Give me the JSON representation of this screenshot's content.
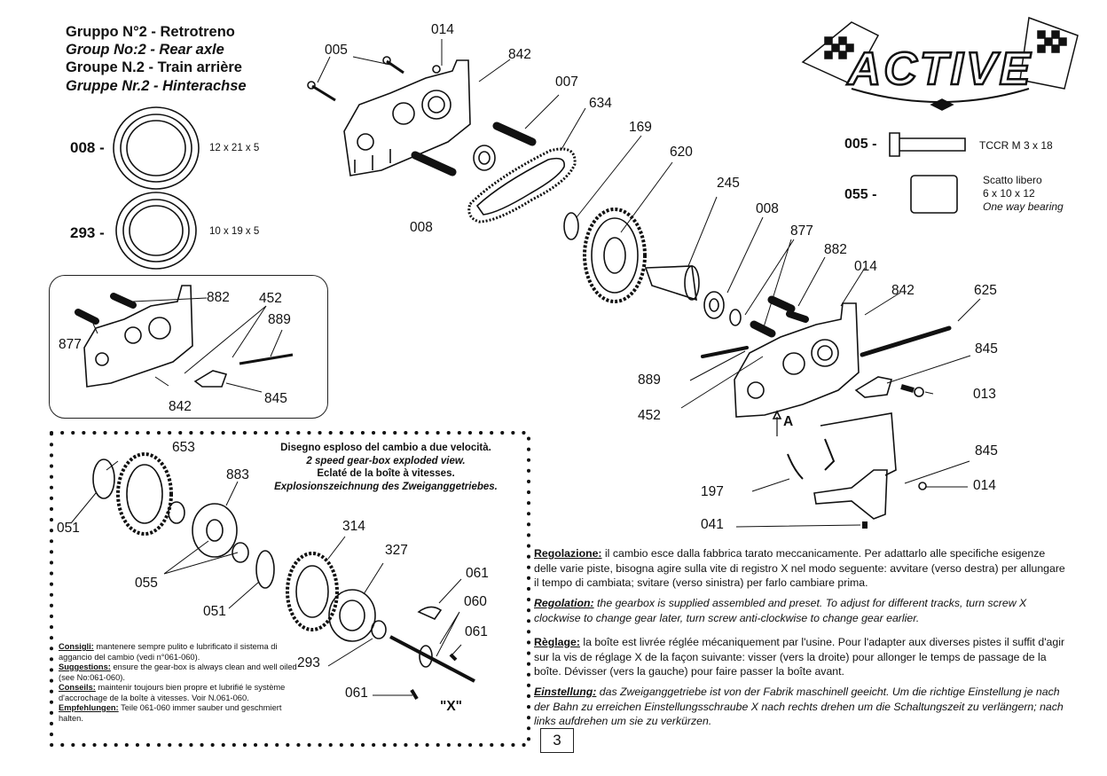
{
  "header": {
    "title_it": "Gruppo N°2 - Retrotreno",
    "title_en": "Group No:2 - Rear axle",
    "title_fr": "Groupe N.2 - Train arrière",
    "title_de": "Gruppe Nr.2 - Hinterachse"
  },
  "logo": {
    "text": "ACTIVE"
  },
  "bearings": [
    {
      "code": "008 -",
      "size": "12 x 21 x 5"
    },
    {
      "code": "293 -",
      "size": "10 x 19 x 5"
    }
  ],
  "legend": [
    {
      "code": "005 -",
      "desc": "TCCR M 3 x 18"
    },
    {
      "code": "055 -",
      "desc_it": "Scatto libero",
      "desc_size": "6 x 10 x 12",
      "desc_en": "One way bearing"
    }
  ],
  "callouts": {
    "c005": "005",
    "c014a": "014",
    "c842a": "842",
    "c007": "007",
    "c634": "634",
    "c169": "169",
    "c620": "620",
    "c245": "245",
    "c008a": "008",
    "c008b": "008",
    "c877a": "877",
    "c882a": "882",
    "c014b": "014",
    "c842b": "842",
    "c625": "625",
    "c845a": "845",
    "c013": "013",
    "c889a": "889",
    "c452a": "452",
    "cA": "A",
    "c845b": "845",
    "c197": "197",
    "c014c": "014",
    "c041": "041",
    "i882": "882",
    "i452": "452",
    "i889": "889",
    "i877": "877",
    "i842": "842",
    "i845": "845",
    "g653": "653",
    "g883": "883",
    "g051a": "051",
    "g055": "055",
    "g051b": "051",
    "g314": "314",
    "g327": "327",
    "g061a": "061",
    "g060": "060",
    "g061b": "061",
    "g293": "293",
    "g061c": "061",
    "gX": "\"X\""
  },
  "gearbox_title": {
    "it": "Disegno esploso del cambio a due velocità.",
    "en": "2 speed gear-box exploded view.",
    "fr": "Eclaté de la boîte à vitesses.",
    "de": "Explosionszeichnung des Zweiganggetriebes."
  },
  "notes": {
    "it_head": "Consigli:",
    "it_text": " mantenere sempre pulito e lubrificato il sistema di aggancio del cambio (vedi n°061-060).",
    "en_head": "Suggestions:",
    "en_text": " ensure the gear-box is always clean and well oiled (see No:061-060).",
    "fr_head": "Conseils:",
    "fr_text": " maintenir toujours bien propre et lubrifié le système d'accrochage de la boîte à vitesses. Voir N.061-060.",
    "de_head": "Empfehlungen:",
    "de_text": " Teile 061-060 immer sauber und geschmiert halten."
  },
  "instructions": {
    "it_head": "Regolazione:",
    "it_text": " il cambio esce dalla fabbrica tarato meccanicamente. Per adattarlo alle specifiche esigenze delle varie piste, bisogna agire sulla vite di registro X nel modo seguente: avvitare (verso destra) per allungare il tempo di cambiata; svitare (verso sinistra) per farlo cambiare prima.",
    "en_head": "Regolation:",
    "en_text": " the gearbox is supplied assembled and preset. To adjust for different tracks, turn screw X clockwise to change gear later, turn screw anti-clockwise to change gear earlier.",
    "fr_head": "Règlage:",
    "fr_text": " la boîte est livrée réglée mécaniquement par l'usine. Pour l'adapter aux diverses pistes il suffit d'agir sur la vis de réglage X de la façon suivante: visser (vers la droite) pour allonger le temps de passage de la boîte. Dévisser (vers la gauche) pour faire passer la boîte avant.",
    "de_head": "Einstellung:",
    "de_text": " das Zweiganggetriebe ist von der Fabrik maschinell geeicht. Um die richtige Einstellung je nach der Bahn zu erreichen Einstellungsschraube X nach rechts drehen um die Schaltungszeit zu verlängern; nach links aufdrehen um sie zu verkürzen."
  },
  "page_number": "3"
}
